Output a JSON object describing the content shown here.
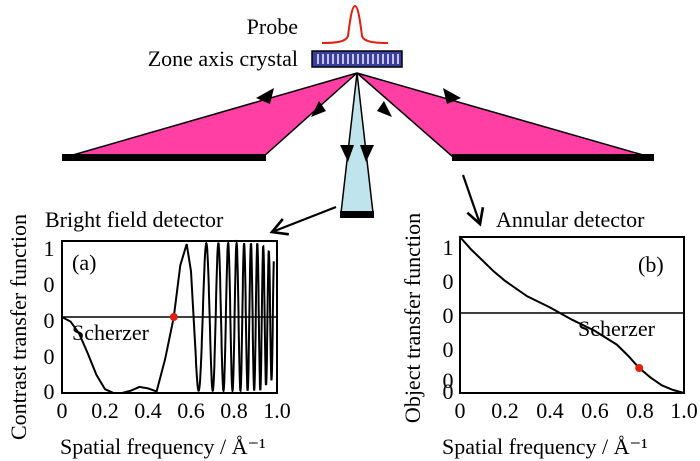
{
  "top": {
    "probe_label": "Probe",
    "crystal_label": "Zone axis crystal"
  },
  "colors": {
    "magenta": "#ff3fa4",
    "cyan": "#bfe4ec",
    "crystal_fill": "#3a3f9e",
    "probe_red": "#e02010",
    "scherzer_dot": "#e02010"
  },
  "chart_data": [
    {
      "id": "a",
      "type": "line",
      "panel_label": "(a)",
      "title": "Bright field detector",
      "xlabel": "Spatial frequency / Å⁻¹",
      "ylabel": "Contrast transfer function",
      "xlim": [
        0,
        1.0
      ],
      "ylim": [
        -1,
        1
      ],
      "x_ticks": [
        "0",
        "0.2",
        "0.4",
        "0.6",
        "0.8",
        "1.0"
      ],
      "y_ticks": [
        "1",
        "0",
        "0",
        "0",
        "0"
      ],
      "annotation": "Scherzer",
      "scherzer_x": 0.52,
      "series": [
        {
          "x": [
            0.0,
            0.04,
            0.08,
            0.12,
            0.16,
            0.2,
            0.24,
            0.28,
            0.32,
            0.36,
            0.4,
            0.44,
            0.48,
            0.52,
            0.55,
            0.58,
            0.6,
            0.62
          ],
          "y": [
            0.0,
            -0.06,
            -0.22,
            -0.48,
            -0.76,
            -0.95,
            -1.0,
            -1.0,
            -0.97,
            -0.92,
            -0.94,
            -0.98,
            -0.55,
            0.0,
            0.68,
            0.96,
            0.6,
            -0.4
          ]
        }
      ]
    },
    {
      "id": "b",
      "type": "line",
      "panel_label": "(b)",
      "title": "Annular detector",
      "xlabel": "Spatial frequency / Å⁻¹",
      "ylabel": "Object transfer function",
      "xlim": [
        0,
        1.0
      ],
      "ylim": [
        0,
        1
      ],
      "x_ticks": [
        "0",
        "0.2",
        "0.4",
        "0.6",
        "0.8",
        "1.0"
      ],
      "y_ticks": [
        "1",
        "0",
        "0",
        "0",
        "0",
        "0"
      ],
      "annotation": "Scherzer",
      "scherzer_x": 0.8,
      "series": [
        {
          "x": [
            0.0,
            0.05,
            0.1,
            0.15,
            0.2,
            0.3,
            0.4,
            0.5,
            0.6,
            0.7,
            0.75,
            0.8,
            0.85,
            0.9,
            0.95,
            1.0
          ],
          "y": [
            1.0,
            0.92,
            0.85,
            0.78,
            0.72,
            0.62,
            0.55,
            0.47,
            0.4,
            0.31,
            0.24,
            0.16,
            0.1,
            0.05,
            0.02,
            0.0
          ]
        }
      ]
    }
  ]
}
